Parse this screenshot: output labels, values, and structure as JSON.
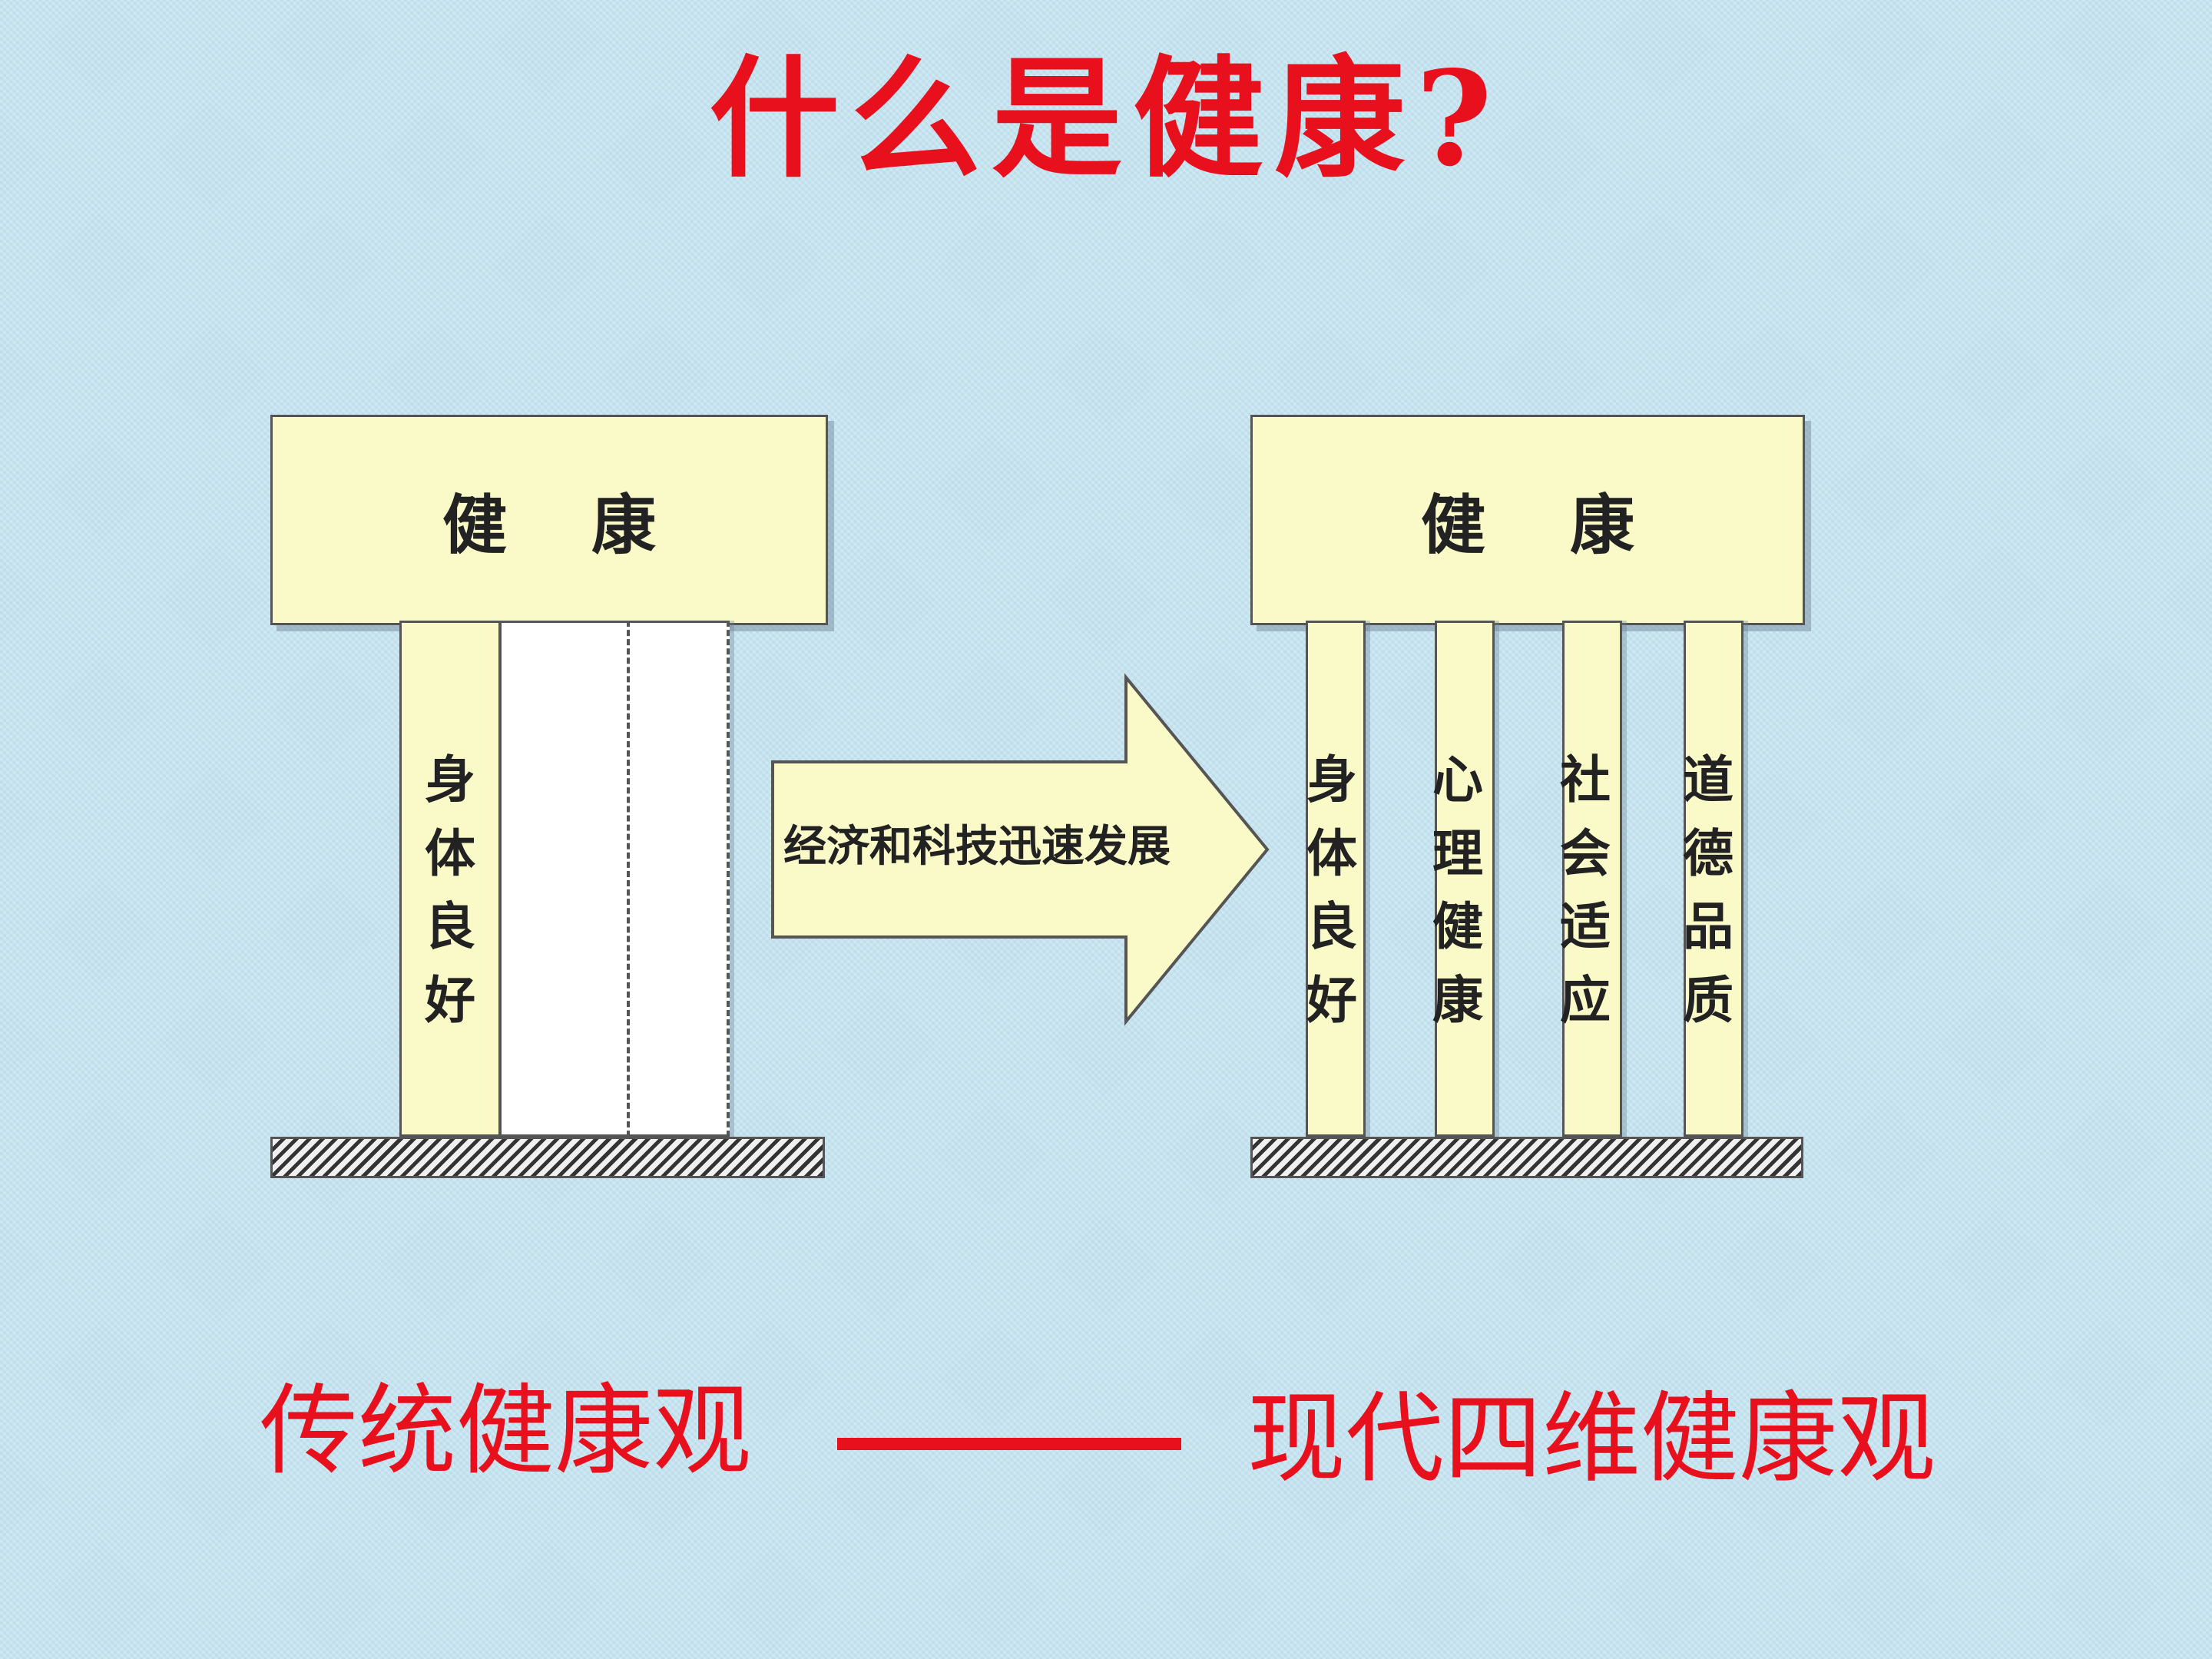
{
  "title": "什么是健康?",
  "left_structure": {
    "beam_label": "健 康",
    "pillar_label": "身体良好"
  },
  "arrow_label": "经济和科技迅速发展",
  "right_structure": {
    "beam_label": "健 康",
    "pillars": [
      {
        "label": "身体良好"
      },
      {
        "label": "心理健康"
      },
      {
        "label": "社会适应"
      },
      {
        "label": "道德品质"
      }
    ]
  },
  "bottom": {
    "left_text": "传统健康观",
    "right_text": "现代四维健康观"
  },
  "colors": {
    "accent_red": "#e8101c",
    "pillar_fill": "#fafac8",
    "background": "#c6e4f0"
  }
}
